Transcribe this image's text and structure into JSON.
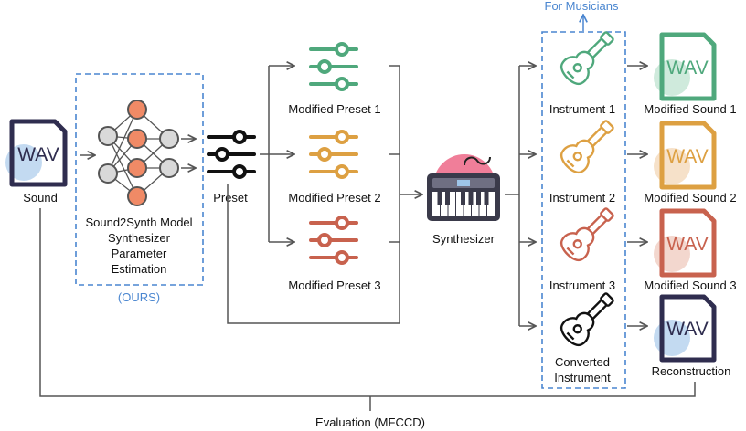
{
  "labels": {
    "sound": "Sound",
    "model_line1": "Sound2Synth Model",
    "model_line2": "Synthesizer",
    "model_line3": "Parameter",
    "model_line4": "Estimation",
    "ours": "(OURS)",
    "preset": "Preset",
    "modified_preset_1": "Modified Preset 1",
    "modified_preset_2": "Modified Preset 2",
    "modified_preset_3": "Modified Preset 3",
    "synthesizer": "Synthesizer",
    "for_musicians": "For Musicians",
    "instrument_1": "Instrument 1",
    "instrument_2": "Instrument 2",
    "instrument_3": "Instrument 3",
    "converted_line1": "Converted",
    "converted_line2": "Instrument",
    "modified_sound_1": "Modified Sound 1",
    "modified_sound_2": "Modified Sound 2",
    "modified_sound_3": "Modified Sound 3",
    "reconstruction": "Reconstruction",
    "evaluation": "Evaluation (MFCCD)",
    "wav": "WAV"
  },
  "colors": {
    "green": "#4fa87c",
    "orange": "#dda042",
    "red": "#c8624e",
    "navy": "#2f2d4f",
    "blue": "#4a86d0",
    "node": "#f08a66",
    "node_gray": "#d9d9d9",
    "synth_pink": "#f07e99"
  }
}
